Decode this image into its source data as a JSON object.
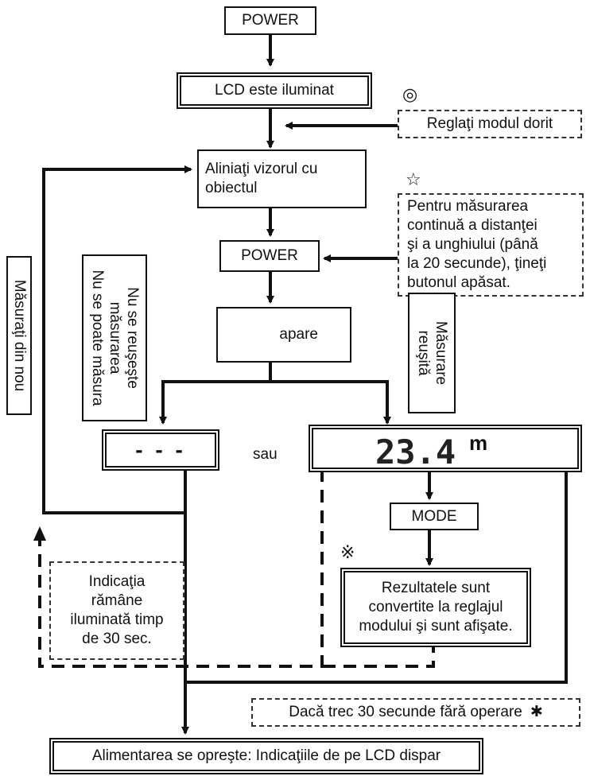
{
  "nodes": {
    "power_top": "POWER",
    "lcd_on": "LCD este iluminat",
    "set_mode": "Reglaţi modul dorit",
    "align_line1": "Aliniaţi vizorul cu",
    "align_line2": "obiectul",
    "note_continuous": [
      "Pentru măsurarea",
      "continuă a distanţei",
      "şi a unghiului (până",
      "la 20 secunde), ţineţi",
      "butonul apăsat."
    ],
    "power_mid": "POWER",
    "appears": "apare",
    "fail_line1": "Nu se reuşeşte",
    "fail_line2": "măsurarea",
    "fail_line3": "Nu se poate măsura",
    "success_line1": "Măsurare",
    "success_line2": "reuşită",
    "measure_again": "Măsuraţi din nou",
    "lcd_fail": "- - -",
    "or": "sau",
    "lcd_value": "23.4",
    "lcd_unit": "m",
    "mode": "MODE",
    "converted": [
      "Rezultatele sunt",
      "convertite la reglajul",
      "modului şi sunt afişate."
    ],
    "stays_lit": [
      "Indicaţia",
      "rămâne",
      "iluminată timp",
      "de 30 sec."
    ],
    "timeout": "Dacă trec 30 secunde fără operare",
    "power_off": "Alimentarea se opreşte: Indicaţiile de pe LCD dispar"
  },
  "symbols": {
    "double_circle": "◎",
    "star": "☆",
    "reference_mark": "※",
    "asterisk": "✱"
  }
}
